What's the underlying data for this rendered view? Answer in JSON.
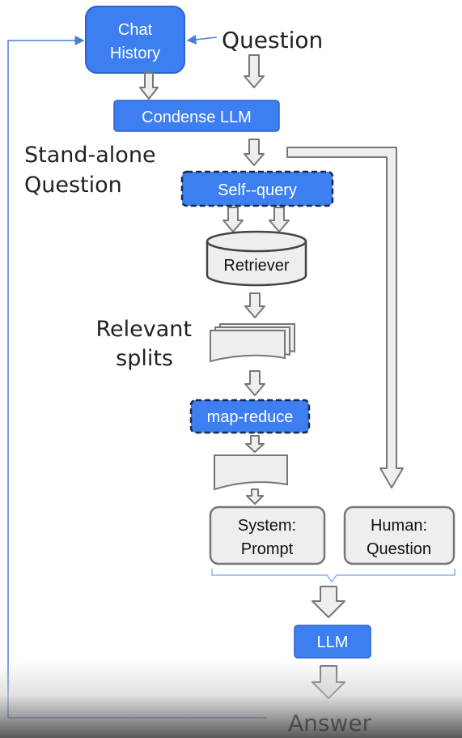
{
  "nodes": {
    "chat_history": [
      "Chat",
      "History"
    ],
    "question": "Question",
    "condense_llm": "Condense LLM",
    "standalone_question": [
      "Stand-alone",
      "Question"
    ],
    "self_query": "Self--query",
    "retriever": "Retriever",
    "relevant_splits": [
      "Relevant",
      "splits"
    ],
    "map_reduce": "map-reduce",
    "system_prompt": [
      "System:",
      "Prompt"
    ],
    "human_question": [
      "Human:",
      "Question"
    ],
    "llm": "LLM",
    "answer": "Answer"
  },
  "colors": {
    "blue": "#3d7ff0",
    "blue_border": "#2b64cc",
    "dashed_border": "#1a2a4a",
    "gray_fill": "#eeeeee",
    "gray_stroke": "#777777",
    "thin_line": "#4a7ddb",
    "bracket": "#8fb0e8"
  }
}
